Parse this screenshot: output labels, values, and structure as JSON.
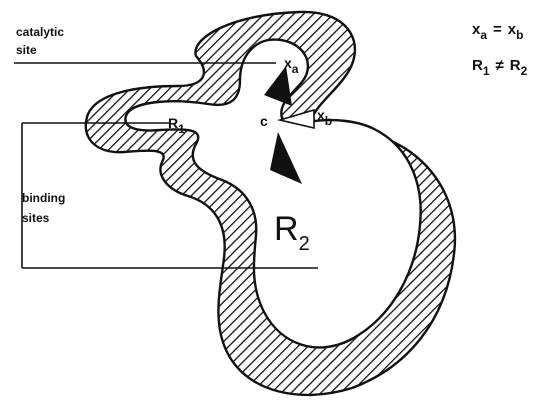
{
  "labels": {
    "catalytic_line1": "catalytic",
    "catalytic_line2": "site",
    "binding_line1": "binding",
    "binding_line2": "sites",
    "xa_base": "x",
    "xa_sub": "a",
    "xb_base": "x",
    "xb_sub": "b",
    "c": "c",
    "r1_base": "R",
    "r1_sub": "1",
    "r2_base": "R",
    "r2_sub": "2"
  },
  "equations": {
    "eq1_left_base": "x",
    "eq1_left_sub": "a",
    "eq1_op": "=",
    "eq1_right_base": "x",
    "eq1_right_sub": "b",
    "eq2_left_base": "R",
    "eq2_left_sub": "1",
    "eq2_op": "≠",
    "eq2_right_base": "R",
    "eq2_right_sub": "2"
  },
  "colors": {
    "ink": "#111111",
    "background": "#ffffff"
  }
}
